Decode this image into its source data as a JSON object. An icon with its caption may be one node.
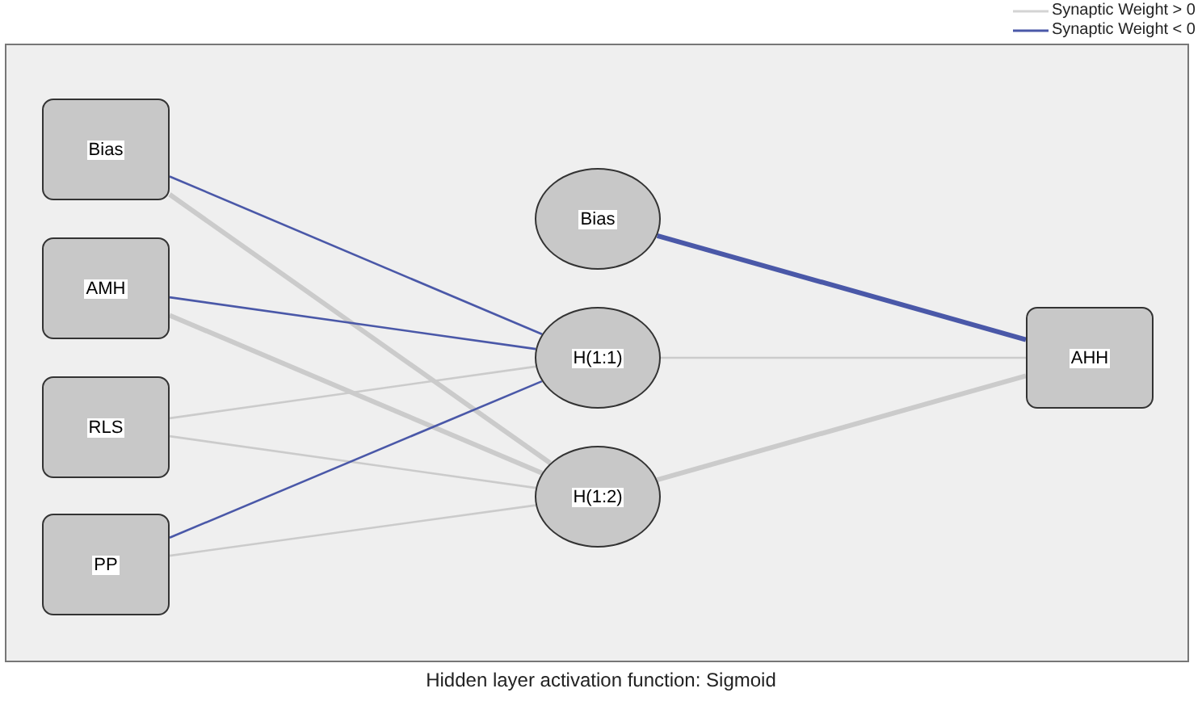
{
  "diagram": {
    "caption": "Hidden layer activation function: Sigmoid",
    "nodes": [
      {
        "text": [
          "Bias"
        ]
      },
      {
        "text": [
          "AMH"
        ]
      },
      {
        "text": [
          "RLS"
        ]
      },
      {
        "text": [
          "PP"
        ]
      },
      {
        "text": [
          "Bias"
        ]
      },
      {
        "text": [
          "H(1:1)"
        ]
      },
      {
        "text": [
          "H(1:2)"
        ]
      },
      {
        "text": [
          "AHH"
        ]
      }
    ],
    "edges": [
      {
        "from": 0,
        "to": 5,
        "arrow": "none",
        "color": "#4a58a8"
      },
      {
        "from": 0,
        "to": 6,
        "arrow": "none",
        "style": "thick"
      },
      {
        "from": 1,
        "to": 5,
        "arrow": "none",
        "color": "#4a58a8"
      },
      {
        "from": 1,
        "to": 6,
        "arrow": "none",
        "style": "thick"
      },
      {
        "from": 2,
        "to": 5,
        "arrow": "none"
      },
      {
        "from": 2,
        "to": 6,
        "arrow": "none"
      },
      {
        "from": 3,
        "to": 5,
        "arrow": "none",
        "color": "#4a58a8"
      },
      {
        "from": 3,
        "to": 6,
        "arrow": "none"
      },
      {
        "from": 4,
        "to": 7,
        "arrow": "none",
        "style": "thick",
        "color": "#4a58a8"
      },
      {
        "from": 5,
        "to": 7,
        "arrow": "none"
      },
      {
        "from": 6,
        "to": 7,
        "arrow": "none",
        "style": "thick"
      }
    ],
    "legend": [
      {
        "text": "Synaptic Weight > 0"
      },
      {
        "text": "Synaptic Weight < 0"
      }
    ]
  }
}
